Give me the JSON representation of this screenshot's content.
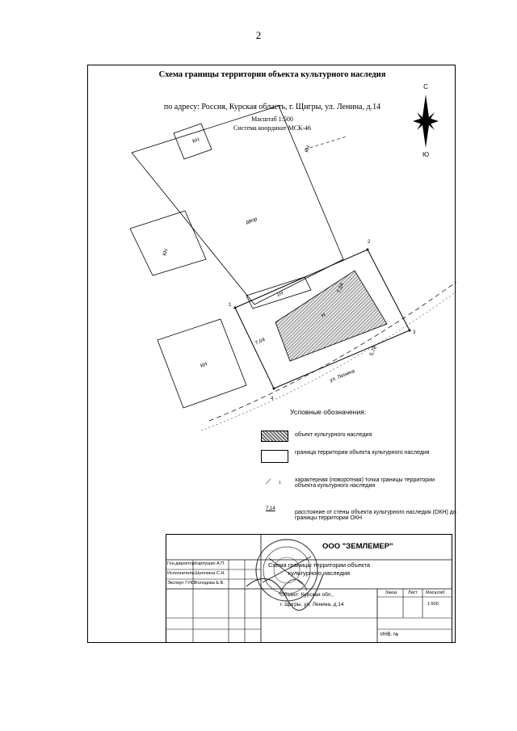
{
  "page_number": "2",
  "title": "Схема границы территории объекта культурного наследия",
  "address": "по адресу: Россия, Курская область, г. Щигры, ул. Ленина, д.14",
  "scale_text": "Масштаб 1:500",
  "crs_text": "Система координат МСК-46",
  "compass": {
    "north": "С",
    "south": "Ю",
    "icon": "compass-rose-icon"
  },
  "map": {
    "kn_label": "КН",
    "yard_label": "двор",
    "building_label": "Н",
    "small_label": "1Н",
    "street_label": "ул. Ленина",
    "points": [
      "1",
      "2",
      "3",
      "4"
    ],
    "distances": [
      "7,04",
      "7,04",
      "5,78"
    ]
  },
  "legend": {
    "title": "Условные обозначения:",
    "items": [
      {
        "label": "объект культурного наследия"
      },
      {
        "label": "граница территории объекта культурного наследия"
      },
      {
        "label": "характерная (поворотная) точка границы территории объекта культурного наследия",
        "marker": "1"
      },
      {
        "label": "расстояние от стены объекта культурного наследия (ОКН) до границы территории ОКН",
        "marker": "7,14"
      }
    ]
  },
  "stamp": {
    "company": "ООО \"ЗЕМЛЕМЕР\"",
    "rows": [
      {
        "role": "Ген.директор",
        "name": "Карпушин А.П."
      },
      {
        "role": "Исполнитель",
        "name": "Шатохина С.Н."
      },
      {
        "role": "Эксперт ГУКЗ",
        "name": "Холодова Е.В."
      }
    ],
    "sheet_title_1": "Схема границы территории объекта",
    "sheet_title_2": "культурного наследия",
    "object_address_1": "Объект: Курская обл.,",
    "object_address_2": "г. Щигры, ул. Ленина, д.14",
    "headers": [
      "Заказ",
      "Лист",
      "Масштаб"
    ],
    "scale_value": "1:500",
    "inv": "ИНВ. №"
  }
}
